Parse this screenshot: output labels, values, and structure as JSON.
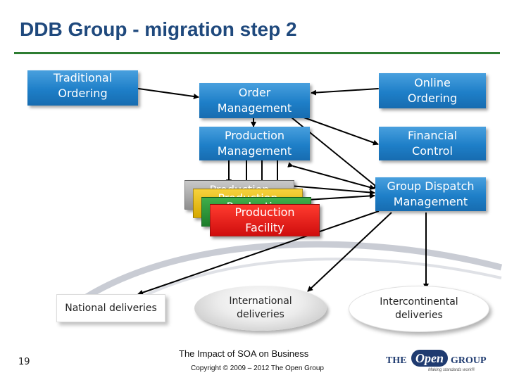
{
  "title": "DDB Group - migration step 2",
  "boxes": {
    "traditional_ordering": "Traditional\nOrdering",
    "order_management": "Order\nManagement",
    "online_ordering": "Online\nOrdering",
    "production_management": "Production\nManagement",
    "financial_control": "Financial\nControl",
    "group_dispatch": "Group Dispatch\nManagement",
    "facility_grey": "Production",
    "facility_yellow": "Production",
    "facility_green": "Production",
    "facility_red": "Production\nFacility",
    "national_deliveries": "National deliveries"
  },
  "ellipses": {
    "international": "International\ndeliveries",
    "intercontinental": "Intercontinental\ndeliveries"
  },
  "footer": {
    "slide_number": "19",
    "subtitle": "The Impact of SOA on Business",
    "copyright": "Copyright © 2009 – 2012 The Open Group"
  },
  "logo": {
    "the": "THE",
    "open": "Open",
    "group": "GROUP",
    "tagline": "Making standards work®"
  },
  "colors": {
    "title": "#1f497d",
    "rule": "#2e7d32",
    "box_blue": "#1e7fc8",
    "facility_red": "#e51a12",
    "facility_green": "#2a9a3a",
    "facility_yellow": "#e8bc14",
    "facility_grey": "#a8a8a8"
  }
}
